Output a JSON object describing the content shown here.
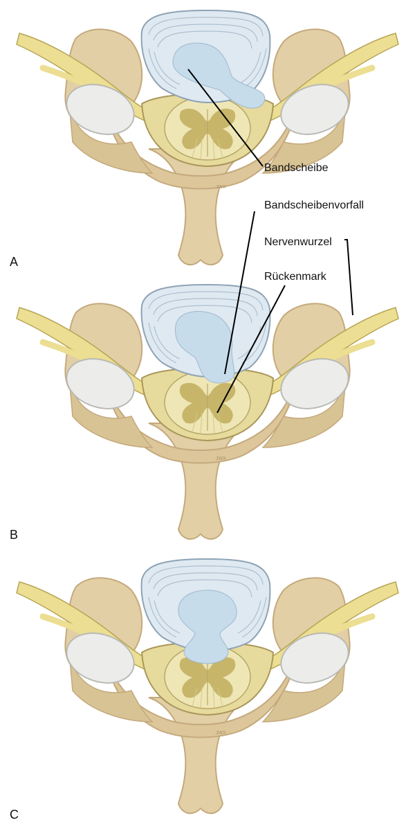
{
  "panels": [
    {
      "letter": "A"
    },
    {
      "letter": "B"
    },
    {
      "letter": "C"
    }
  ],
  "labels": {
    "bandscheibe": "Bandscheibe",
    "bandscheibenvorfall": "Bandscheibenvorfall",
    "nervenwurzel": "Nervenwurzel",
    "rueckenmark": "Rückenmark"
  },
  "signature": "JWX",
  "colors": {
    "bone": "#e2cfa6",
    "bone_shadow": "#c4a97c",
    "nerve": "#ecde92",
    "nerve_outline": "#b5a454",
    "disc": "#dfe9f1",
    "disc_ring": "#aebfcf",
    "nucleus": "#c6dceb",
    "cartilage": "#ececea",
    "cord_white": "#efe6b6",
    "cord_grey": "#c7b66a"
  }
}
